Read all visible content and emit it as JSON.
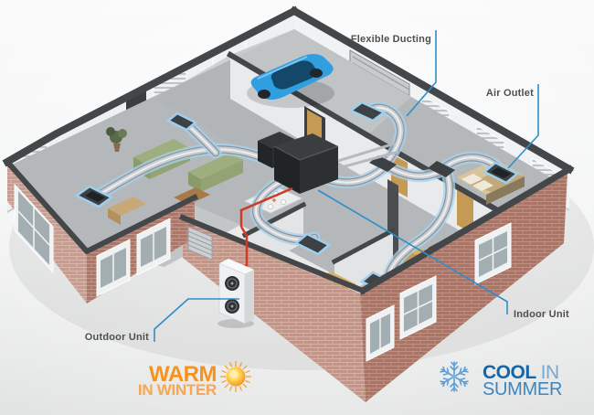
{
  "labels": {
    "flexible_ducting": "Flexible Ducting",
    "air_outlet": "Air Outlet",
    "indoor_unit": "Indoor Unit",
    "outdoor_unit": "Outdoor Unit"
  },
  "branding": {
    "warm_word": "WARM",
    "warm_rest": "IN WINTER",
    "cool_word": "COOL",
    "cool_in": "IN",
    "cool_rest": "SUMMER"
  },
  "icons": {
    "sun": "sun-icon",
    "snowflake": "snowflake-icon"
  },
  "colors": {
    "leader_line": "#2e8ecb",
    "label_text": "#4f4f4f",
    "warm_orange": "#f6921e",
    "warm_orange_light": "#f8a654",
    "cool_blue_dark": "#1566a9",
    "cool_blue_mid": "#3e86c0",
    "cool_blue_light": "#74a9d4",
    "duct_glow_blue": "#a4d3f0",
    "duct_silver": "#c9cdd1",
    "brick": "#b57e70",
    "refrigerant_pipe_red": "#ce3a26",
    "indoor_unit_black": "#2c3033",
    "car_blue": "#2f9fe0"
  }
}
